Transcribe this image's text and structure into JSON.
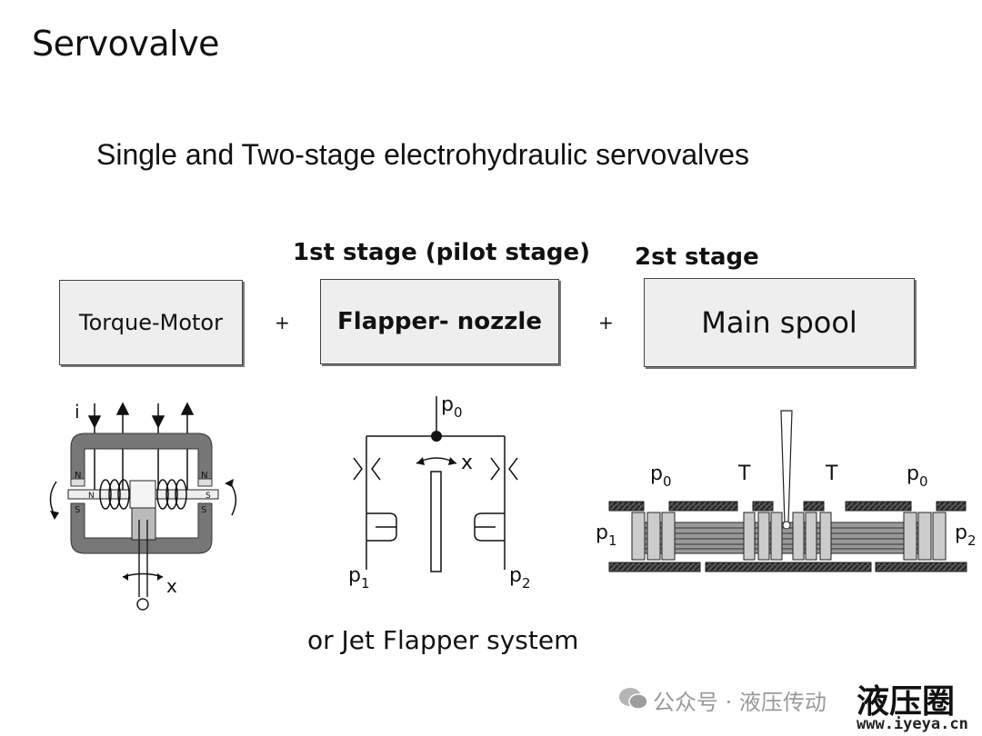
{
  "title": "Servovalve",
  "subtitle": "Single and Two-stage electrohydraulic servovalves",
  "stages": {
    "first_label": "1st stage (pilot stage)",
    "second_label": "2st stage"
  },
  "blocks": {
    "torque_motor": "Torque-Motor",
    "flapper_nozzle": "Flapper- nozzle",
    "main_spool": "Main spool",
    "plus": "+"
  },
  "torque_motor_diagram": {
    "current": "i",
    "north": "N",
    "south": "S",
    "displacement": "x"
  },
  "flapper_diagram": {
    "supply_p": "p",
    "supply_sub": "0",
    "displacement": "x",
    "p1": "p",
    "p1_sub": "1",
    "p2": "p",
    "p2_sub": "2"
  },
  "spool_diagram": {
    "p0_left": "p",
    "p0_left_sub": "0",
    "t_left": "T",
    "t_right": "T",
    "p0_right": "p",
    "p0_right_sub": "0",
    "p1": "p",
    "p1_sub": "1",
    "p2": "p",
    "p2_sub": "2"
  },
  "caption": "or Jet Flapper system",
  "watermark": {
    "channel": "公众号 · 液压传动",
    "logo": "液压圈",
    "url": "www.iyeya.cn"
  }
}
